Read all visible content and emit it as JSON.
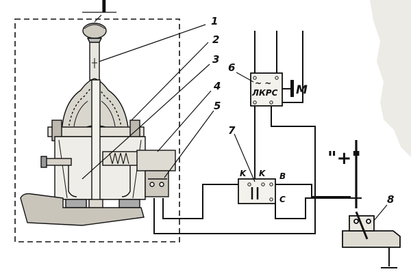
{
  "figure": {
    "view_label": "I",
    "callouts": [
      "1",
      "2",
      "3",
      "4",
      "5",
      "6",
      "7",
      "8"
    ],
    "relay_text": "ЛКРС",
    "relay_motor_label": "M",
    "relay_top_marks": "~ ~",
    "switch_contact_left": "K",
    "switch_contact_right": "K",
    "switch_terminal_b": "B",
    "switch_terminal_c": "C",
    "supply_label": "\"+\""
  },
  "colors": {
    "ink": "#111111",
    "paper": "#ffffff",
    "paper_shade": "#e9e6df",
    "metal_light": "#d8d5cc",
    "metal_dark": "#555555"
  }
}
